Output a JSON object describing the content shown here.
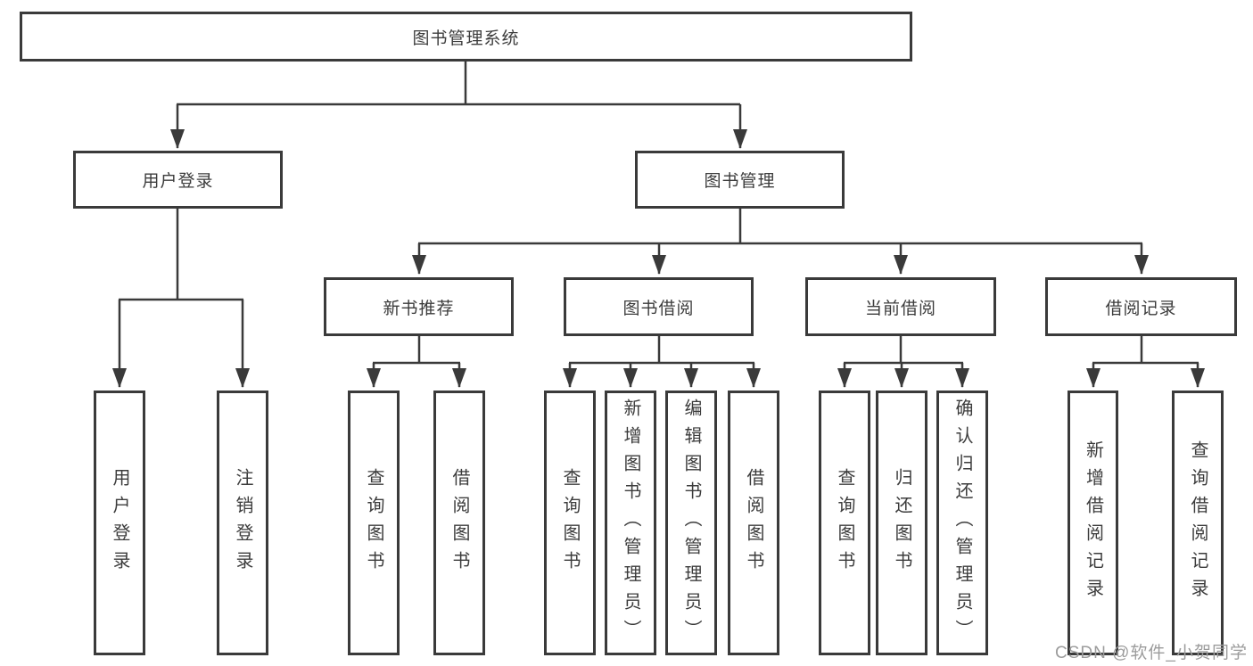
{
  "diagram": {
    "tree": {
      "label": "图书管理系统",
      "children": [
        {
          "label": "用户登录",
          "children": [
            {
              "label": "用户登录"
            },
            {
              "label": "注销登录"
            }
          ]
        },
        {
          "label": "图书管理",
          "children": [
            {
              "label": "新书推荐",
              "children": [
                {
                  "label": "查询图书"
                },
                {
                  "label": "借阅图书"
                }
              ]
            },
            {
              "label": "图书借阅",
              "children": [
                {
                  "label": "查询图书"
                },
                {
                  "label": "新增图书（管理员）"
                },
                {
                  "label": "编辑图书（管理员）"
                },
                {
                  "label": "借阅图书"
                }
              ]
            },
            {
              "label": "当前借阅",
              "children": [
                {
                  "label": "查询图书"
                },
                {
                  "label": "归还图书"
                },
                {
                  "label": "确认归还（管理员）"
                }
              ]
            },
            {
              "label": "借阅记录",
              "children": [
                {
                  "label": "新增借阅记录"
                },
                {
                  "label": "查询借阅记录"
                }
              ]
            }
          ]
        }
      ]
    },
    "colors": {
      "line": "#3a3a3a",
      "box_border": "#3a3a3a",
      "text": "#3c3c3c",
      "background": "#ffffff",
      "watermark": "#9c9c9c"
    }
  },
  "watermark": {
    "text": "CSDN @软件_小贺同学"
  }
}
